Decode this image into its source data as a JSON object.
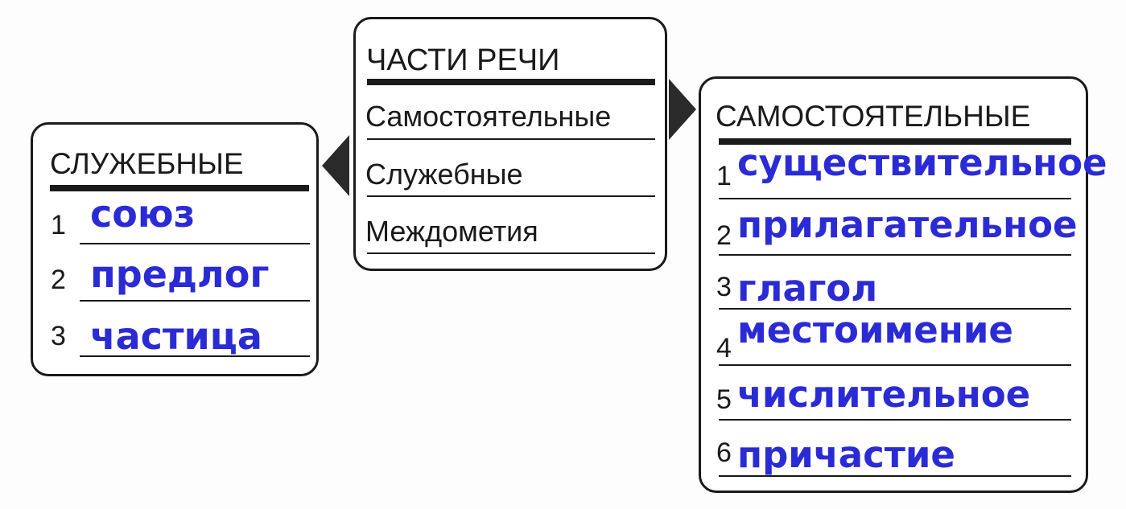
{
  "center": {
    "title": "ЧАСТИ РЕЧИ",
    "items": [
      "Самостоятельные",
      "Служебные",
      "Междометия"
    ]
  },
  "left": {
    "title": "СЛУЖЕБНЫЕ",
    "numbers": [
      "1",
      "2",
      "3"
    ],
    "answers": [
      "союз",
      "предлог",
      "частица"
    ]
  },
  "right": {
    "title": "САМОСТОЯТЕЛЬНЫЕ",
    "numbers": [
      "1",
      "2",
      "3",
      "4",
      "5",
      "6"
    ],
    "answers": [
      "существительное",
      "прилагательное",
      "глагол",
      "местоимение",
      "числительное",
      "причастие"
    ]
  },
  "colors": {
    "ink": "#1a1a1a",
    "handwriting": "#2b2bd6"
  }
}
